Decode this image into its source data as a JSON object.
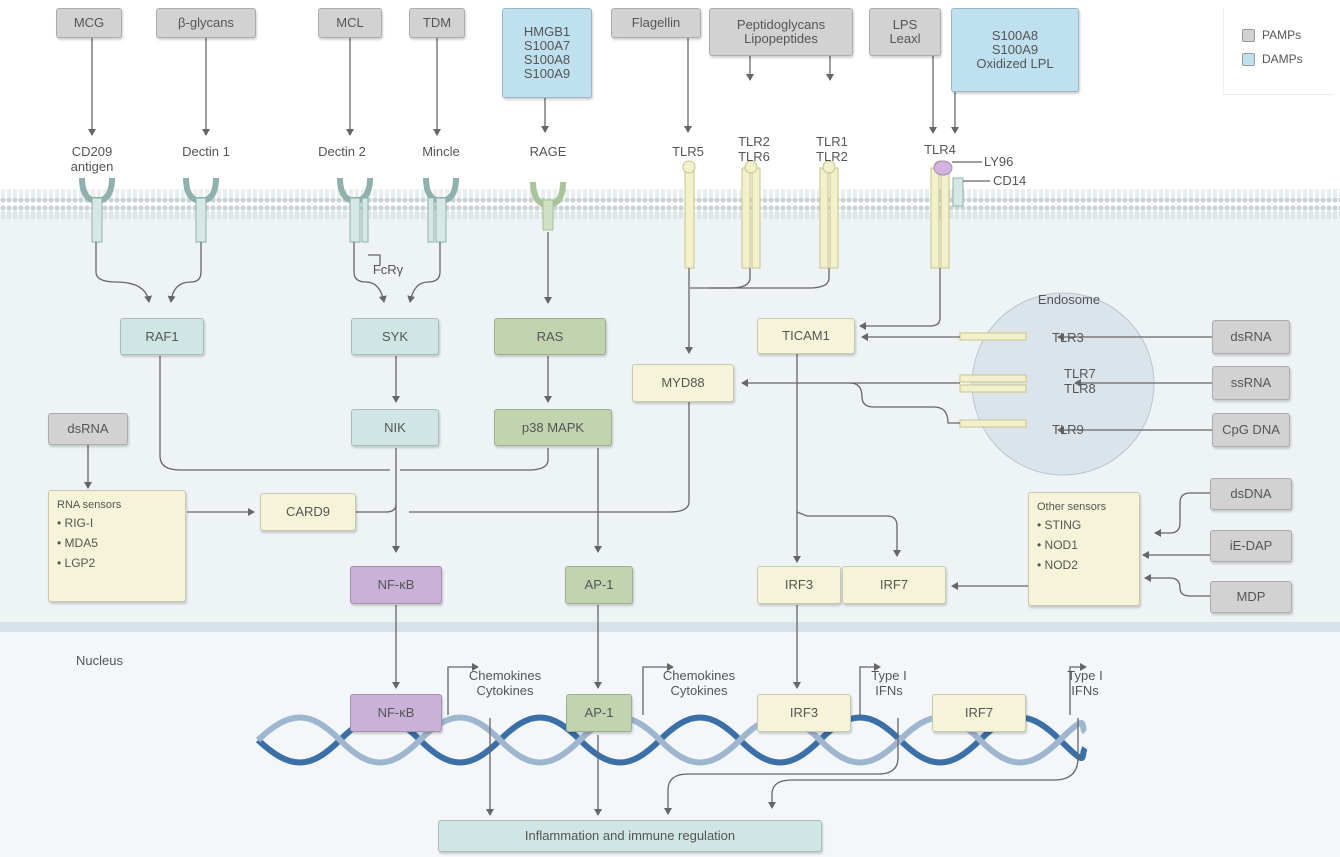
{
  "legend": {
    "pamps": "PAMPs",
    "damps": "DAMPs"
  },
  "colors": {
    "pamp": "#d2d2d2",
    "damp": "#bfe0ef",
    "membrane": "#9ab",
    "cytoplasm": "#eef3f6",
    "nucleus": "#f3f6f8",
    "dna_blue": "#3a6fa8"
  },
  "ligands": {
    "mcg": "MCG",
    "beta_glycans": "β-glycans",
    "mcl": "MCL",
    "tdm": "TDM",
    "hmgb1": "HMGB1\nS100A7\nS100A8\nS100A9",
    "flagellin": "Flagellin",
    "peptidoglycans": "Peptidoglycans\nLipopeptides",
    "lps": "LPS\nLeaxl",
    "s100a8": "S100A8\nS100A9\nOxidized LPL"
  },
  "receptors": {
    "cd209": "CD209\nantigen",
    "dectin1": "Dectin 1",
    "dectin2": "Dectin 2",
    "mincle": "Mincle",
    "rage": "RAGE",
    "tlr5": "TLR5",
    "tlr2_6": "TLR2\nTLR6",
    "tlr1_2": "TLR1\nTLR2",
    "tlr4": "TLR4",
    "ly96": "LY96",
    "cd14": "CD14",
    "fcrg": "FcRγ"
  },
  "nodes": {
    "raf1": "RAF1",
    "syk": "SYK",
    "ras": "RAS",
    "ticam1": "TICAM1",
    "myd88": "MYD88",
    "nik": "NIK",
    "p38": "p38 MAPK",
    "card9": "CARD9",
    "nfkb": "NF-κB",
    "ap1": "AP-1",
    "irf3": "IRF3",
    "irf7": "IRF7"
  },
  "endosome": {
    "title": "Endosome",
    "tlr3": "TLR3",
    "tlr7_8": "TLR7\nTLR8",
    "tlr9": "TLR9"
  },
  "endosome_ligands": {
    "dsrna": "dsRNA",
    "ssrna": "ssRNA",
    "cpg": "CpG DNA"
  },
  "rna_sensors": {
    "input": "dsRNA",
    "title": "RNA sensors",
    "items": [
      "• RIG-I",
      "• MDA5",
      "• LGP2"
    ]
  },
  "other_sensors": {
    "title": "Other sensors",
    "items": [
      "• STING",
      "• NOD1",
      "• NOD2"
    ]
  },
  "other_ligands": {
    "dsdna": "dsDNA",
    "iedap": "iE-DAP",
    "mdp": "MDP"
  },
  "nucleus": {
    "label": "Nucleus",
    "nfkb": "NF-κB",
    "ap1": "AP-1",
    "irf3": "IRF3",
    "irf7": "IRF7",
    "chem1": "Chemokines\nCytokines",
    "chem2": "Chemokines\nCytokines",
    "ifn1": "Type I\nIFNs",
    "ifn2": "Type I\nIFNs"
  },
  "outcome": "Inflammation and immune regulation"
}
